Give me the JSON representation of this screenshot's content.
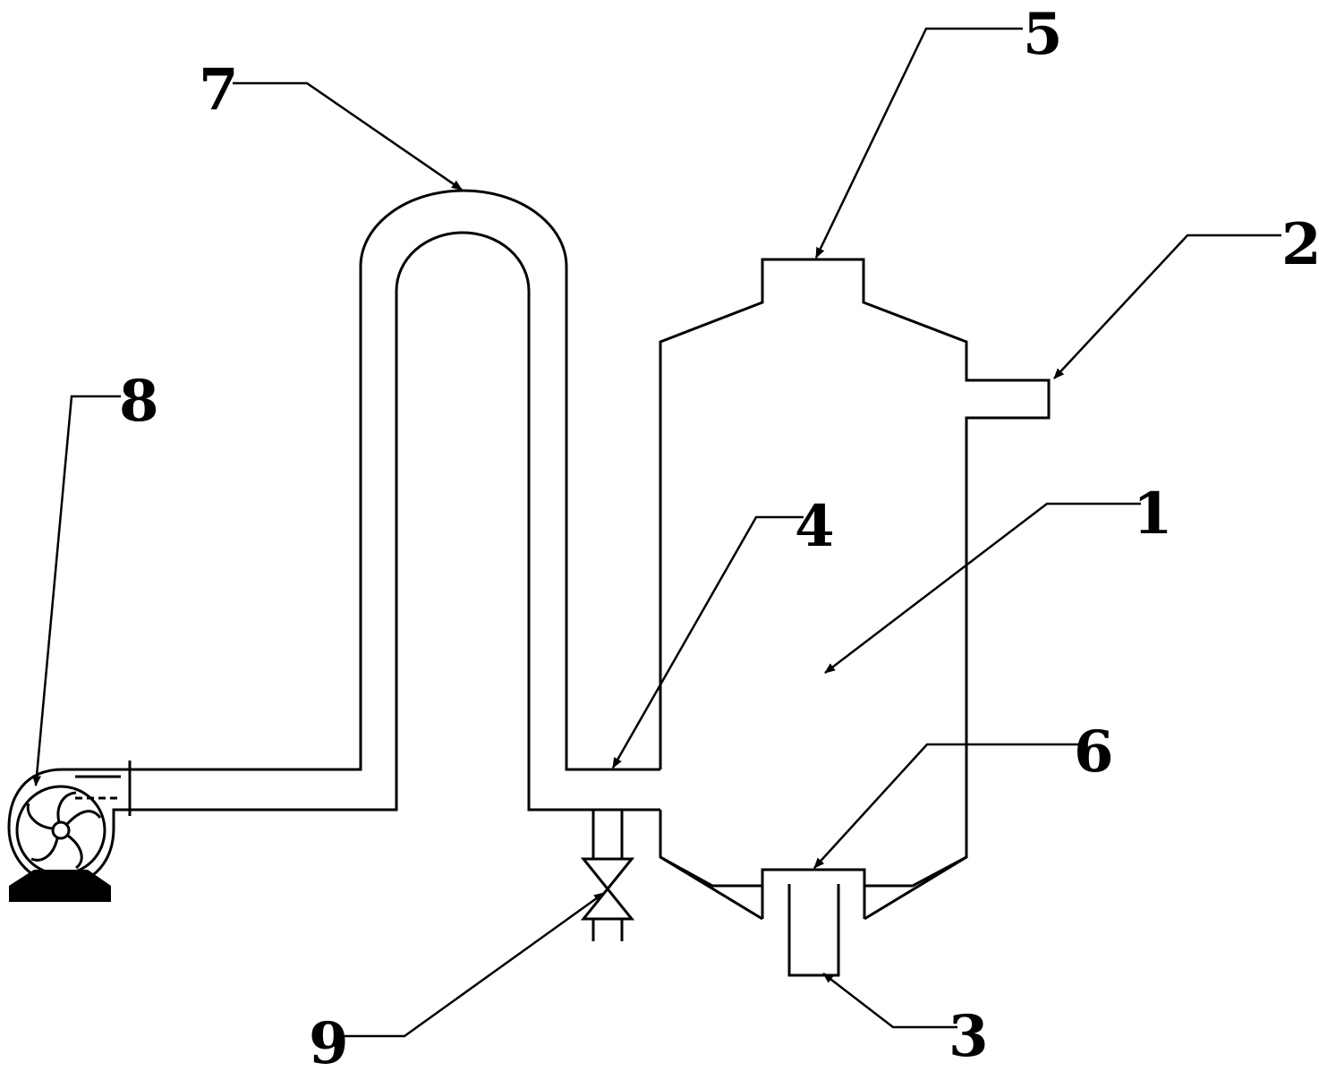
{
  "diagram": {
    "labels": [
      {
        "id": "vessel",
        "text": "1"
      },
      {
        "id": "side-outlet",
        "text": "2"
      },
      {
        "id": "bottom-outlet",
        "text": "3"
      },
      {
        "id": "inlet",
        "text": "4"
      },
      {
        "id": "top-outlet",
        "text": "5"
      },
      {
        "id": "bottom-fitting",
        "text": "6"
      },
      {
        "id": "u-pipe",
        "text": "7"
      },
      {
        "id": "pump",
        "text": "8"
      },
      {
        "id": "valve",
        "text": "9"
      }
    ],
    "colors": {
      "line": "#000000",
      "background": "#ffffff"
    }
  }
}
